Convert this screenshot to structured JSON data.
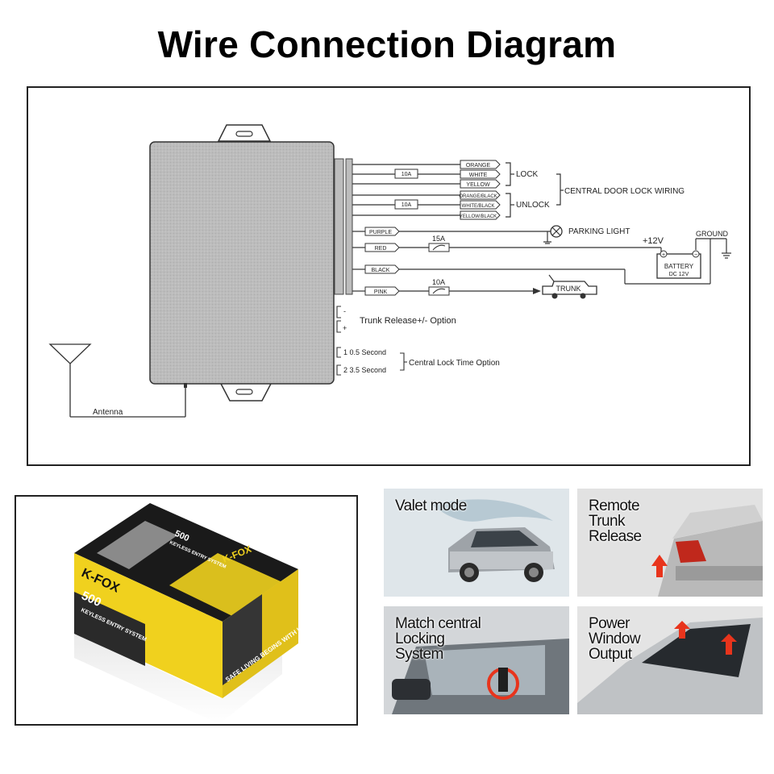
{
  "page": {
    "title": "Wire Connection Diagram"
  },
  "diagram": {
    "wires": [
      {
        "label": "ORANGE"
      },
      {
        "label": "WHITE"
      },
      {
        "label": "YELLOW"
      },
      {
        "label": "ORANGE/BLACK"
      },
      {
        "label": "WHITE/BLACK"
      },
      {
        "label": "YELLOW/BLACK"
      },
      {
        "label": "PURPLE"
      },
      {
        "label": "RED"
      },
      {
        "label": "BLACK"
      },
      {
        "label": "PINK"
      }
    ],
    "fuses": {
      "relay_a": "10A",
      "relay_b": "10A",
      "red_fuse": "15A",
      "pink_fuse": "10A"
    },
    "labels": {
      "lock": "LOCK",
      "unlock": "UNLOCK",
      "central_door_lock": "CENTRAL DOOR LOCK WIRING",
      "parking_light": "PARKING LIGHT",
      "plus_12v": "+12V",
      "ground": "GROUND",
      "battery": "BATTERY",
      "battery_dc": "DC  12V",
      "battery_plus": "+",
      "battery_minus": "−",
      "trunk": "TRUNK",
      "trunk_release": "Trunk Release+/- Option",
      "trunk_minus": "-",
      "trunk_plus": "+",
      "time_1": "1  0.5 Second",
      "time_2": "2  3.5 Second",
      "central_lock_time": "Central Lock Time Option",
      "antenna": "Antenna"
    }
  },
  "product": {
    "brand": "K-FOX",
    "model": "500",
    "system_name": "KEYLESS ENTRY SYSTEM",
    "slogan": "SAFE LIVING BEGINS WITH K-FOX"
  },
  "features": [
    {
      "label": "Valet mode"
    },
    {
      "label": "Remote\nTrunk\nRelease"
    },
    {
      "label": "Match central\nLocking\nSystem"
    },
    {
      "label": "Power\nWindow\nOutput"
    }
  ],
  "colors": {
    "accent_yellow": "#f0d11e",
    "arrow_red": "#e8341c",
    "module_gray": "#bdbdbd"
  }
}
